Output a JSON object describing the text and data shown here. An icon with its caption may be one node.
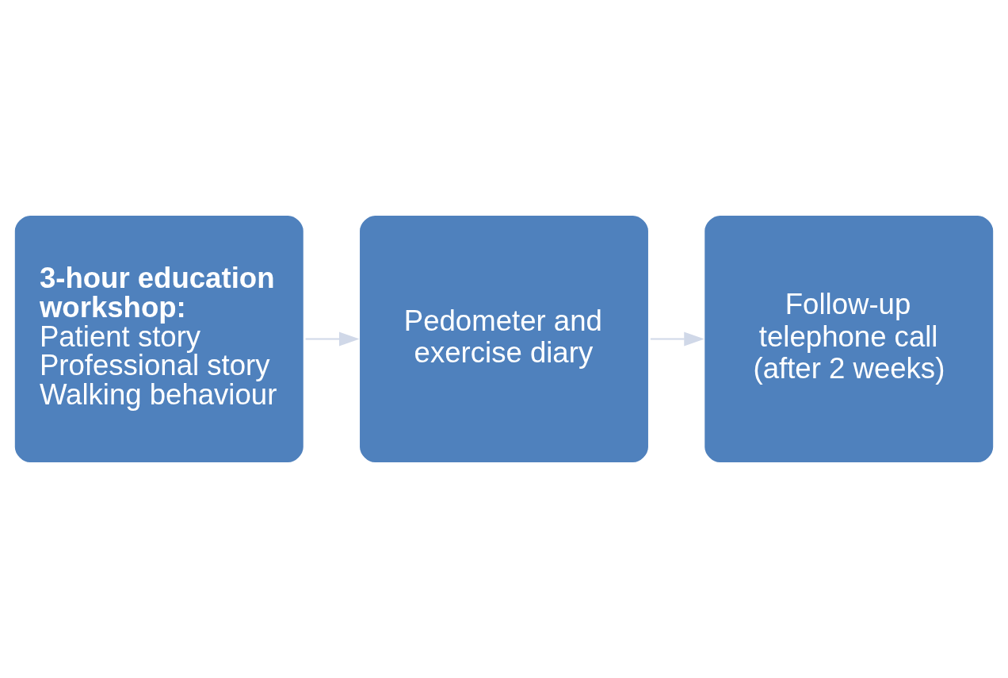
{
  "diagram": {
    "nodes": [
      {
        "text": [
          "3-hour education workshop:",
          "Patient story",
          "Professional story",
          "Walking behaviour"
        ]
      },
      {
        "text": [
          "Pedometer and exercise diary"
        ]
      },
      {
        "text": [
          "Follow-up telephone call (after 2 weeks)"
        ]
      }
    ],
    "edges": [
      {
        "from": 0,
        "to": 1,
        "arrow": "to"
      },
      {
        "from": 1,
        "to": 2,
        "arrow": "to"
      }
    ]
  }
}
